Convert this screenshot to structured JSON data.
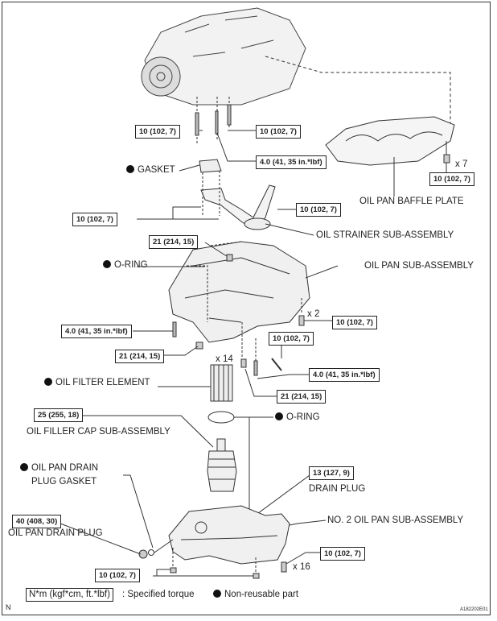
{
  "torque_labels": {
    "t1": "10 (102, 7)",
    "t2": "10 (102, 7)",
    "t3": "4.0 (41, 35 in.*lbf)",
    "t4": "10 (102, 7)",
    "t5": "10 (102, 7)",
    "t6": "10 (102, 7)",
    "t7": "21 (214, 15)",
    "t8": "10 (102, 7)",
    "t9": "4.0 (41, 35 in.*lbf)",
    "t10": "10 (102, 7)",
    "t11": "21 (214, 15)",
    "t12": "4.0 (41, 35 in.*lbf)",
    "t13": "21 (214, 15)",
    "t14": "25 (255, 18)",
    "t15": "13 (127, 9)",
    "t16": "40 (408, 30)",
    "t17": "10 (102, 7)",
    "t18": "10 (102, 7)"
  },
  "quantities": {
    "q7": "x 7",
    "q2": "x 2",
    "q14": "x 14",
    "q16": "x 16"
  },
  "parts": {
    "gasket": "GASKET",
    "baffle_plate": "OIL PAN BAFFLE PLATE",
    "strainer": "OIL STRAINER SUB-ASSEMBLY",
    "o_ring_1": "O-RING",
    "oil_pan": "OIL PAN SUB-ASSEMBLY",
    "filter_element": "OIL FILTER ELEMENT",
    "o_ring_2": "O-RING",
    "filler_cap": "OIL FILLER CAP SUB-ASSEMBLY",
    "drain_plug_gasket_1": "OIL PAN DRAIN",
    "drain_plug_gasket_2": "PLUG GASKET",
    "drain_plug": "DRAIN PLUG",
    "oil_pan_drain_plug": "OIL PAN DRAIN PLUG",
    "no2_oil_pan": "NO. 2 OIL PAN SUB-ASSEMBLY"
  },
  "legend": {
    "torque_unit": "N*m (kgf*cm, ft.*lbf)",
    "torque_text": ": Specified torque",
    "non_reusable": "Non-reusable part"
  },
  "footer": {
    "left_mark": "N",
    "figure_id": "A182202E01"
  }
}
